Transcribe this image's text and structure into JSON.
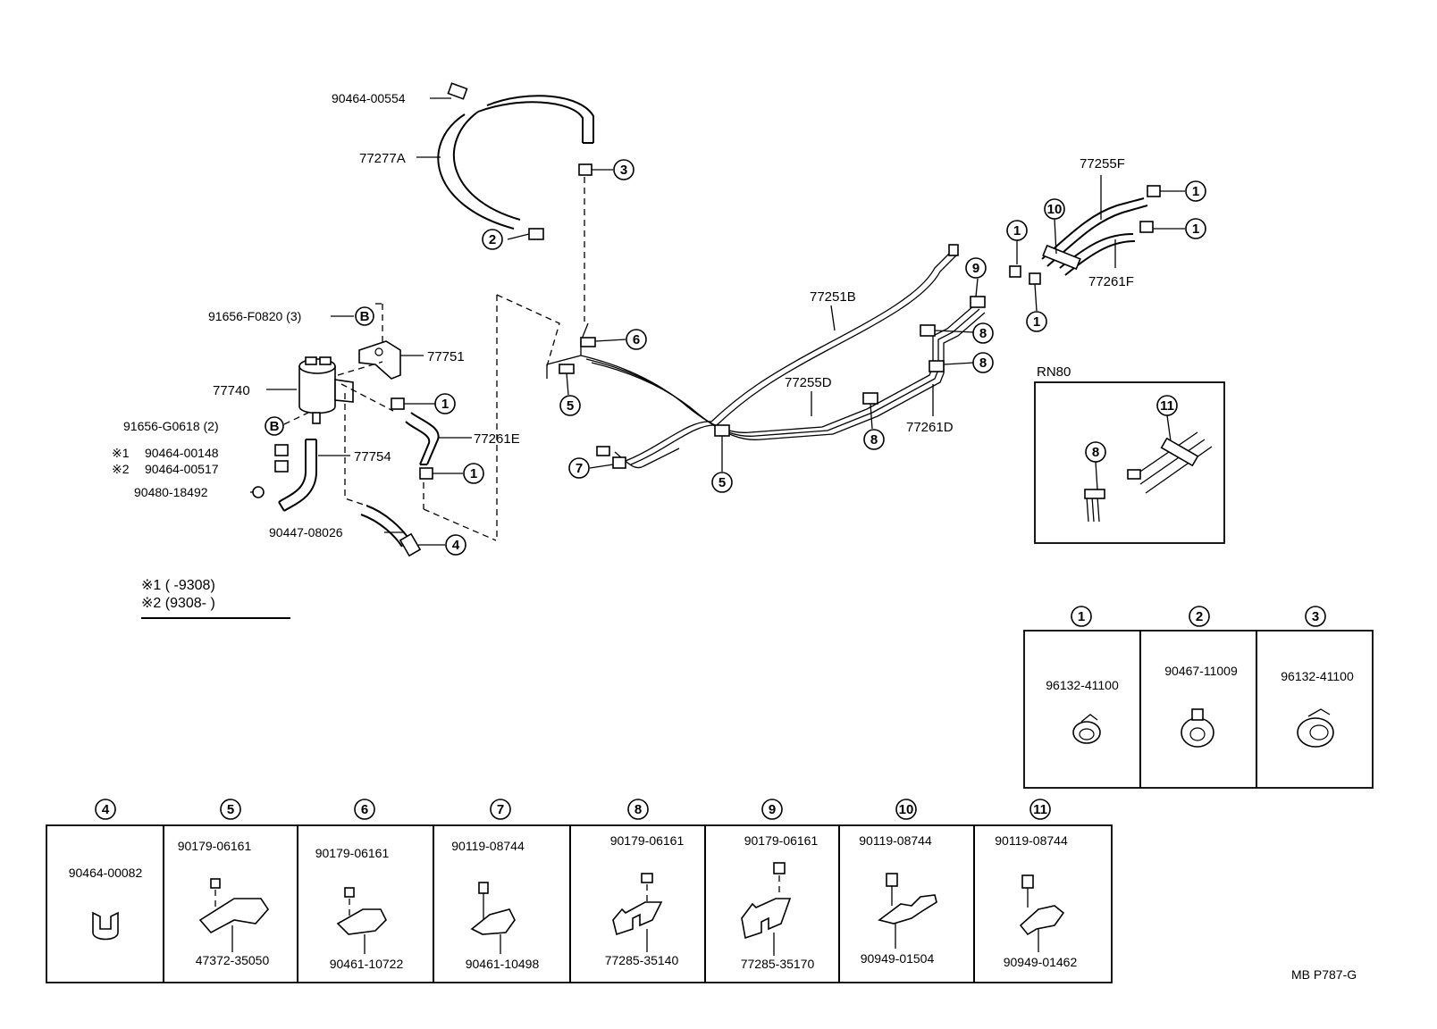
{
  "callouts": [
    "1",
    "2",
    "3",
    "4",
    "5",
    "6",
    "7",
    "8",
    "9",
    "10",
    "11"
  ],
  "b_mark": "B",
  "labels": {
    "p_90464_00554": "90464-00554",
    "p_77277A": "77277A",
    "p_77255F": "77255F",
    "p_77261F": "77261F",
    "p_77251B": "77251B",
    "p_91656_F0820": "91656-F0820 (3)",
    "p_77751": "77751",
    "p_77740": "77740",
    "p_91656_G0618": "91656-G0618 (2)",
    "p_77261E": "77261E",
    "p_77255D": "77255D",
    "p_77261D": "77261D",
    "p_90464_00148": "90464-00148",
    "p_90464_00517": "90464-00517",
    "p_77754": "77754",
    "p_90480_18492": "90480-18492",
    "p_90447_08026": "90447-08026",
    "mark1": "※1",
    "mark2": "※2",
    "note1": "※1 (        -9308)",
    "note2": "※2 (9308-        )",
    "rn80": "RN80",
    "drawing_code": "MB P787-G"
  },
  "top_table": [
    {
      "num": "1",
      "part": "96132-41100"
    },
    {
      "num": "2",
      "part": "90467-11009"
    },
    {
      "num": "3",
      "part": "96132-41100"
    }
  ],
  "bottom_table": [
    {
      "num": "4",
      "part_top": "90464-00082",
      "part_bottom": ""
    },
    {
      "num": "5",
      "part_top": "90179-06161",
      "part_bottom": "47372-35050"
    },
    {
      "num": "6",
      "part_top": "90179-06161",
      "part_bottom": "90461-10722"
    },
    {
      "num": "7",
      "part_top": "90119-08744",
      "part_bottom": "90461-10498"
    },
    {
      "num": "8",
      "part_top": "90179-06161",
      "part_bottom": "77285-35140"
    },
    {
      "num": "9",
      "part_top": "90179-06161",
      "part_bottom": "77285-35170"
    },
    {
      "num": "10",
      "part_top": "90119-08744",
      "part_bottom": "90949-01504"
    },
    {
      "num": "11",
      "part_top": "90119-08744",
      "part_bottom": "90949-01462"
    }
  ]
}
